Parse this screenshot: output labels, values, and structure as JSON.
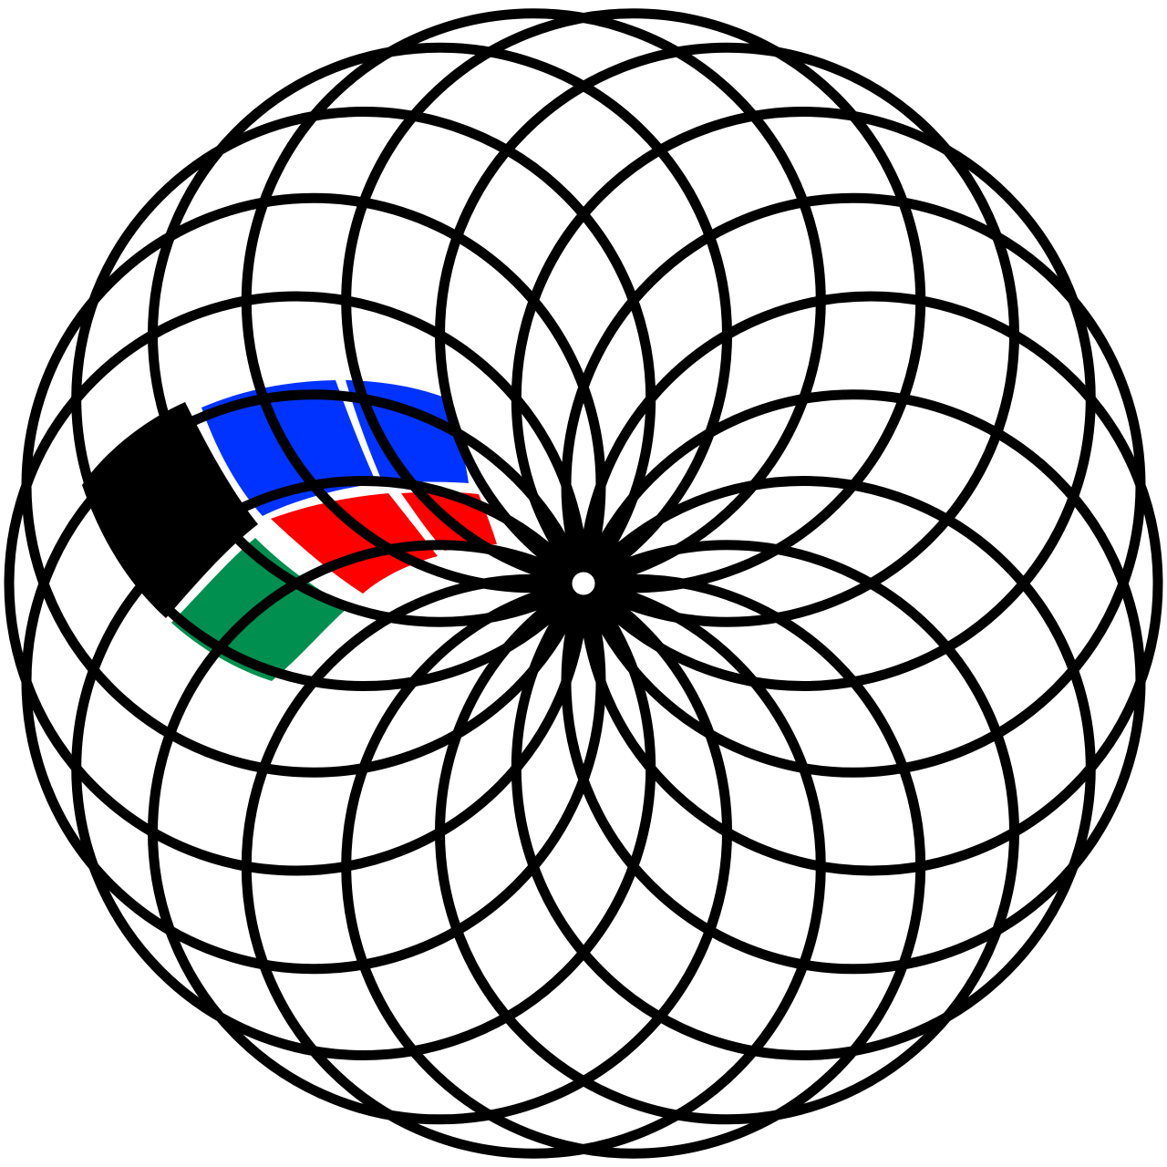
{
  "figure": {
    "kind": "rose-of-circles",
    "circle_count": 18,
    "colors": {
      "background": "#ffffff",
      "stroke": "#000000"
    },
    "highlighted_cells": [
      {
        "name": "black-cell",
        "color": "#000000"
      },
      {
        "name": "blue-cell-outer",
        "color": "#0033ff"
      },
      {
        "name": "blue-cell-inner",
        "color": "#0033ff"
      },
      {
        "name": "red-cell-outer",
        "color": "#ff0000"
      },
      {
        "name": "red-cell-inner",
        "color": "#ff0000"
      },
      {
        "name": "green-cell",
        "color": "#008f4f"
      }
    ]
  }
}
